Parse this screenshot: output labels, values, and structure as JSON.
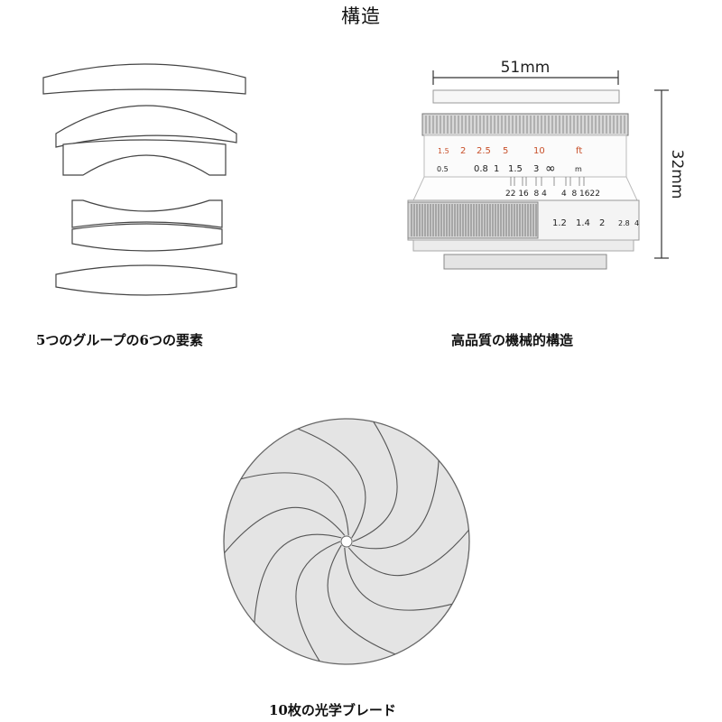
{
  "title": "構造",
  "captions": {
    "lens_elements": "5つのグループの6つの要素",
    "mechanical": "高品質の機械的構造",
    "blades": "10枚の光学ブレード"
  },
  "dimensions": {
    "width_label": "51mm",
    "height_label": "32mm"
  },
  "lens_barrel": {
    "ft_scale": [
      "1.5",
      "2",
      "2.5",
      "5",
      "10",
      "ft"
    ],
    "m_scale": [
      "0.5",
      "0.8",
      "1",
      "1.5",
      "3",
      "∞",
      "m"
    ],
    "dof_left": "22 16  8 4",
    "dof_right": "4  8 1622",
    "aperture_scale": [
      "1.2",
      "1.4",
      "2",
      "2.8",
      "4"
    ]
  },
  "colors": {
    "ft_scale": "#c8502a",
    "blade_fill": "#e4e4e4",
    "line": "#555555"
  },
  "blade_count": 10
}
